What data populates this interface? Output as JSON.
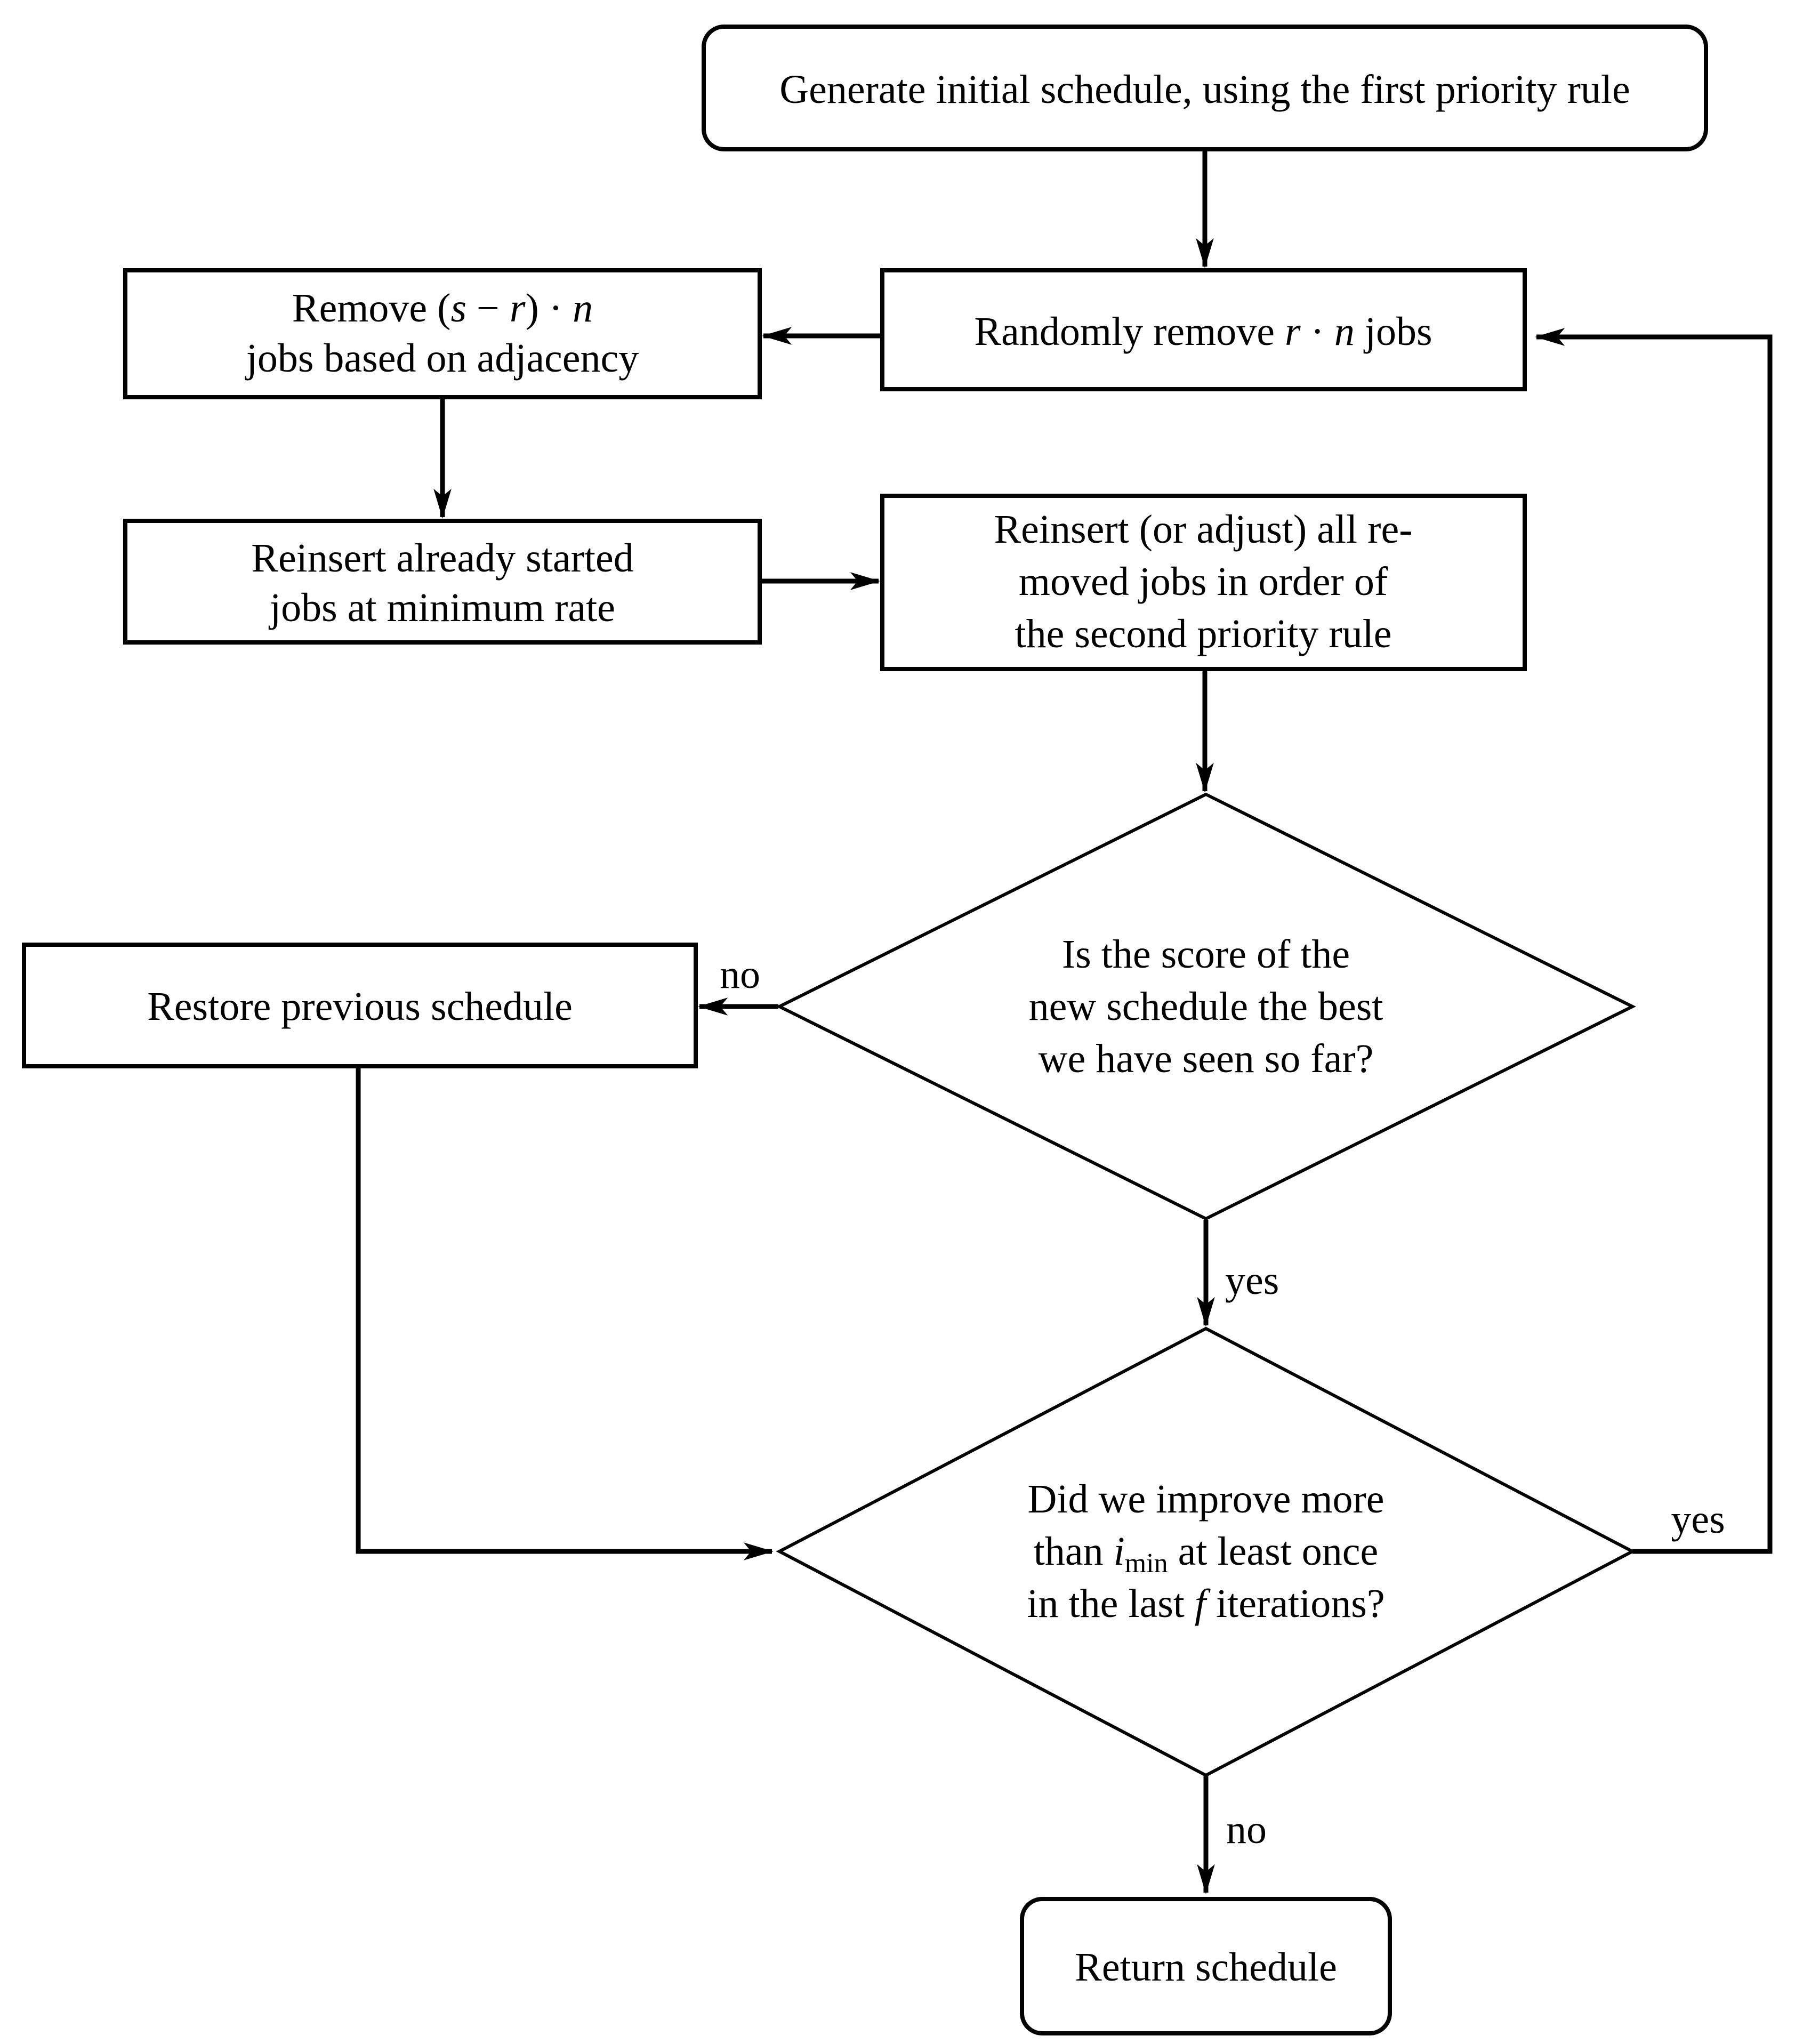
{
  "nodes": {
    "generate": {
      "label": "Generate initial schedule, using the first priority rule"
    },
    "random_remove": {
      "pre": "Randomly remove ",
      "var_r": "r",
      "cdot": " · ",
      "var_n": "n",
      "post": " jobs"
    },
    "remove_adjacency": {
      "l1_pre": "Remove (",
      "var_s": "s",
      "minus": " − ",
      "var_r": "r",
      "l1_mid": ") · ",
      "var_n": "n",
      "l2": "jobs based on adjacency"
    },
    "reinsert_started": {
      "l1": "Reinsert already started",
      "l2": "jobs at minimum rate"
    },
    "reinsert_removed": {
      "l1": "Reinsert (or adjust) all re-",
      "l2": "moved jobs in order of",
      "l3": "the second priority rule"
    },
    "decision_best": {
      "l1": "Is the score of the",
      "l2": "new schedule the best",
      "l3": "we have seen so far?"
    },
    "restore": {
      "label": "Restore previous schedule"
    },
    "decision_improve": {
      "l1": "Did we improve more",
      "l2_pre": "than ",
      "var_i": "i",
      "sub": "min",
      "l2_post": " at least once",
      "l3_pre": "in the last ",
      "var_f": "f",
      "l3_post": " iterations?"
    },
    "return": {
      "label": "Return schedule"
    }
  },
  "edge_labels": {
    "best_no": "no",
    "best_yes": "yes",
    "improve_yes": "yes",
    "improve_no": "no"
  },
  "colors": {
    "stroke": "#000000",
    "background": "#ffffff"
  }
}
